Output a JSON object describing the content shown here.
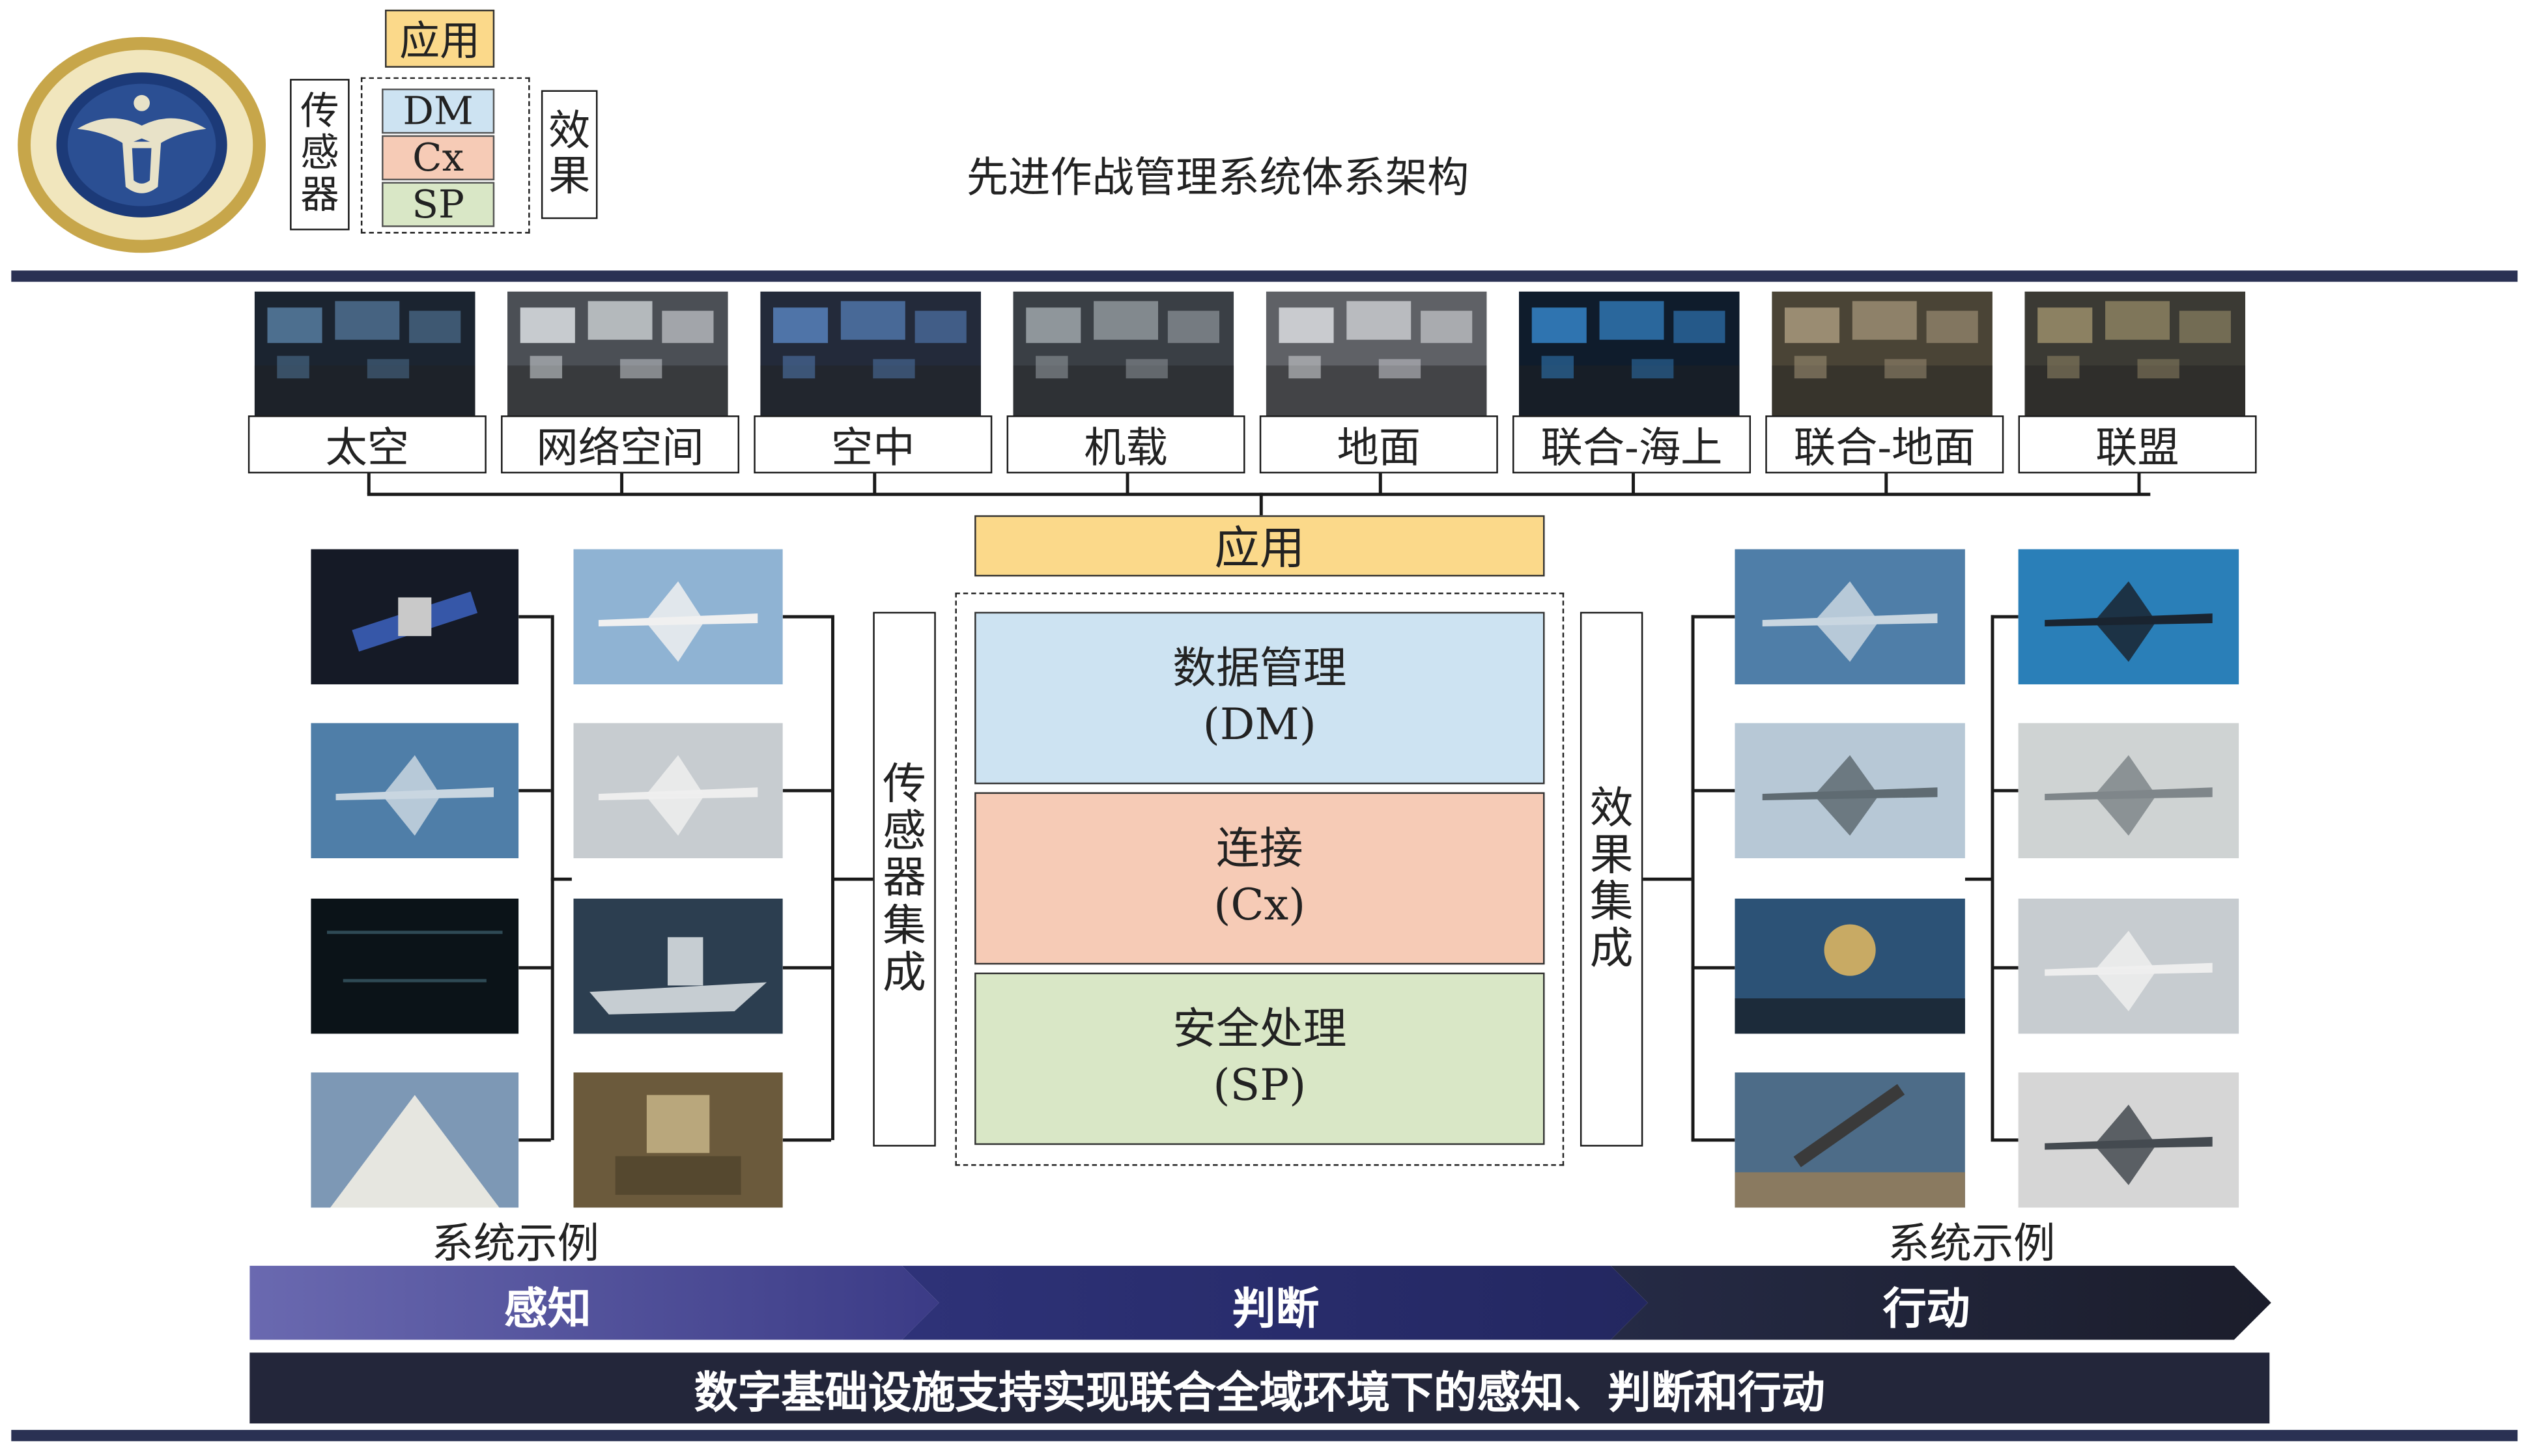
{
  "title": "先进作战管理系统体系架构",
  "legend": {
    "app": "应用",
    "left": [
      "传",
      "感",
      "器"
    ],
    "right": [
      "效",
      "果"
    ],
    "dm": "DM",
    "cx": "Cx",
    "sp": "SP"
  },
  "domains": [
    "太空",
    "网络空间",
    "空中",
    "机载",
    "地面",
    "联合-海上",
    "联合-地面",
    "联盟"
  ],
  "center": {
    "app": "应用",
    "dm": {
      "name": "数据管理",
      "abbr": "(DM)"
    },
    "cx": {
      "name": "连接",
      "abbr": "(Cx)"
    },
    "sp": {
      "name": "安全处理",
      "abbr": "(SP)"
    }
  },
  "sensor_integration": [
    "传",
    "感",
    "器",
    "集",
    "成"
  ],
  "effect_integration": [
    "效",
    "果",
    "集",
    "成"
  ],
  "system_example_left": "系统示例",
  "system_example_right": "系统示例",
  "stages": [
    "感知",
    "判断",
    "行动"
  ],
  "footer": "数字基础设施支持实现联合全域环境下的感知、判断和行动",
  "colors": {
    "app": "#fbd98a",
    "dm": "#cde3f2",
    "cx": "#f6cbb6",
    "sp": "#d9e7c6",
    "bar": "#2a3153",
    "stage1": "#4a4a92",
    "stage2": "#272b6c",
    "stage3": "#1e2233",
    "footer": "#23263a"
  }
}
